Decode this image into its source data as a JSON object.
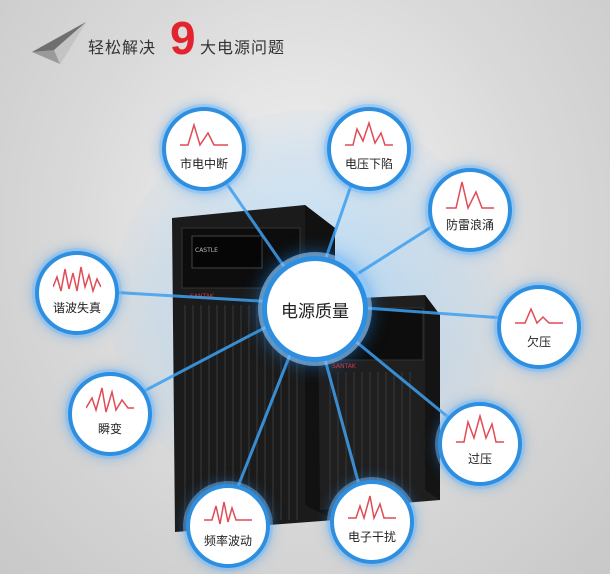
{
  "header": {
    "prefix": "轻松解决",
    "number": "9",
    "suffix": "大电源问题",
    "plane_icon": "paper-plane-icon"
  },
  "hub": {
    "label": "电源质量"
  },
  "brands": {
    "tower_label": "CASTLE",
    "front_badge": "SANTAK"
  },
  "problems": [
    {
      "label": "市电中断"
    },
    {
      "label": "电压下陷"
    },
    {
      "label": "防雷浪涌"
    },
    {
      "label": "谐波失真"
    },
    {
      "label": "欠压"
    },
    {
      "label": "瞬变"
    },
    {
      "label": "过压"
    },
    {
      "label": "频率波动"
    },
    {
      "label": "电子干扰"
    }
  ],
  "colors": {
    "accent": "#2e8fe0",
    "number": "#e3232e",
    "waveform": "#e04b55"
  }
}
